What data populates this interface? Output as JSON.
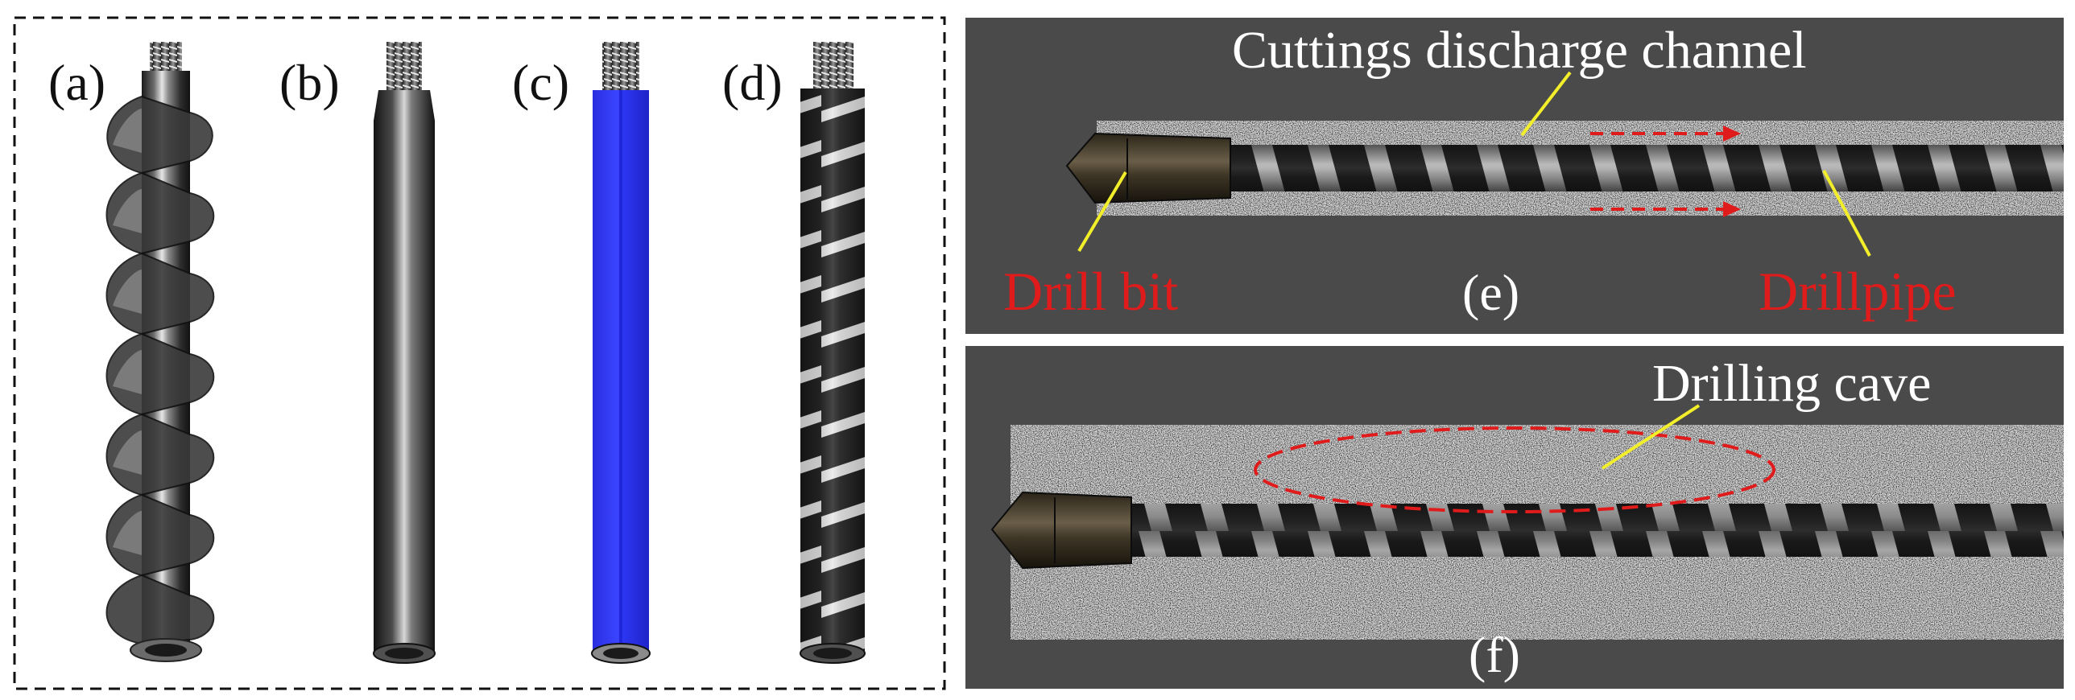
{
  "left_panel": {
    "labels": [
      "(a)",
      "(b)",
      "(c)",
      "(d)"
    ]
  },
  "panel_e": {
    "label": "(e)",
    "channel_label": "Cuttings discharge channel",
    "bit_label": "Drill bit",
    "pipe_label": "Drillpipe"
  },
  "panel_f": {
    "label": "(f)",
    "cave_label": "Drilling cave"
  },
  "colors": {
    "background_dark": "#4a4a4a",
    "annotation_red": "#e01b1b",
    "leader_yellow": "#f2ee2a",
    "blue_pipe": "#2b34f0",
    "steel_dark": "#2a2a2a",
    "stripe_white": "#e9e9e9",
    "coal_speckle": "#b8b8b8"
  }
}
